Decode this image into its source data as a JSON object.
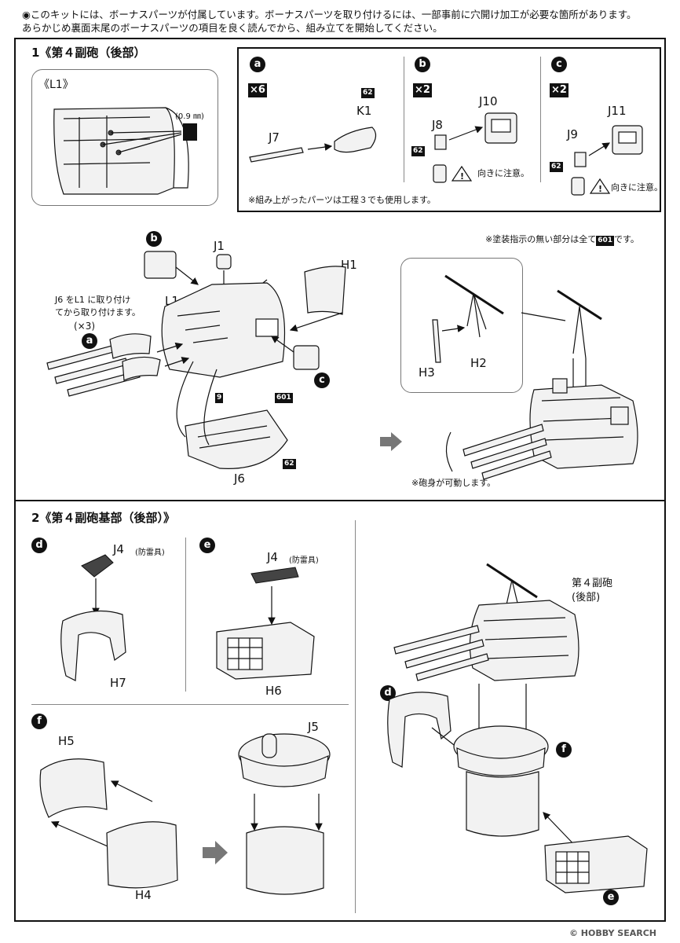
{
  "top_note": {
    "line1": "◉このキットには、ボーナスパーツが付属しています。ボーナスパーツを取り付けるには、一部事前に穴開け加工が必要な箇所があります。",
    "line2": "あらかじめ裏面末尾のボーナスパーツの項目を良く読んでから、組み立てを開始してください。"
  },
  "step1": {
    "title": "1《第４副砲（後部）",
    "l1_box": {
      "label": "《L1》",
      "drill": "(0.9 ㎜)"
    },
    "sub_a": {
      "badge": "a",
      "mult": "×6",
      "paint": "62",
      "parts": [
        "J7",
        "K1"
      ]
    },
    "sub_b": {
      "badge": "b",
      "mult": "×2",
      "paint": "62",
      "parts": [
        "J8",
        "J10"
      ],
      "caution": "向きに注意。"
    },
    "sub_c": {
      "badge": "c",
      "mult": "×2",
      "paint": "62",
      "parts": [
        "J9",
        "J11"
      ],
      "caution": "向きに注意。"
    },
    "sub_note": "※組み上がったパーツは工程３でも使用します。",
    "paint_note_pre": "※塗装指示の無い部分は全て",
    "paint_note_code": "601",
    "paint_note_post": "です。",
    "main_labels": {
      "b": "b",
      "J1": "J1",
      "H1": "H1",
      "L1": "L1",
      "a": "a",
      "c": "c",
      "J6": "J6",
      "H2": "H2",
      "H3": "H3"
    },
    "warning": {
      "line1": "J6 をL1 に取り付け",
      "line2": "てから取り付けます。",
      "count": "(×3)"
    },
    "paints_j6": [
      "9",
      "601",
      "62"
    ],
    "movable_note": "※砲身が可動します。"
  },
  "step2": {
    "title": "2《第４副砲基部（後部）》",
    "d": {
      "badge": "d",
      "part": "J4",
      "note": "(防雷具)",
      "base": "H7"
    },
    "e": {
      "badge": "e",
      "part": "J4",
      "note": "(防雷具)",
      "base": "H6"
    },
    "f": {
      "badge": "f",
      "parts": [
        "H5",
        "H4",
        "J5"
      ]
    },
    "final": {
      "label1": "第４副砲",
      "label2": "(後部)",
      "badges": [
        "d",
        "f",
        "e"
      ]
    }
  },
  "watermark": "© HOBBY SEARCH"
}
